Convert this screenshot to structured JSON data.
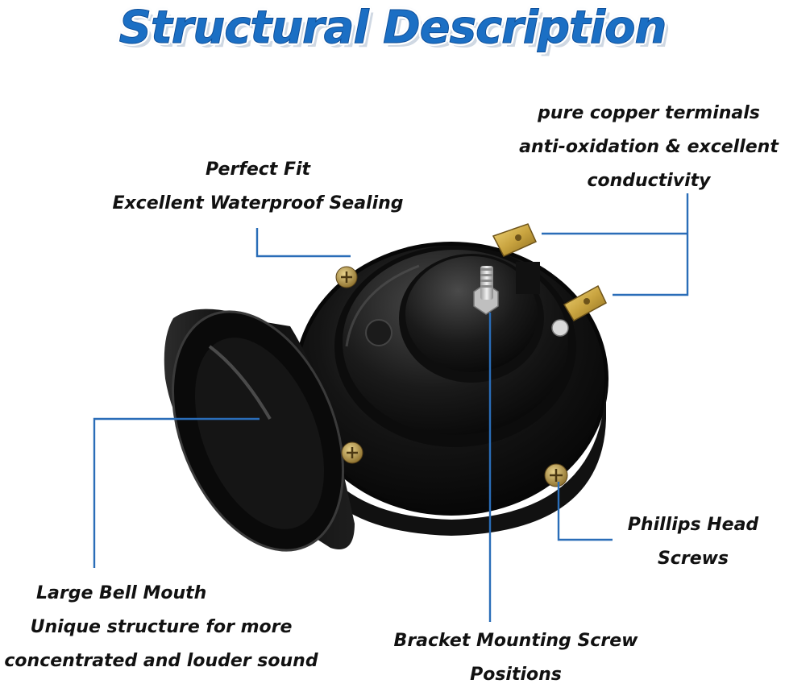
{
  "title": "Structural Description",
  "labels": {
    "terminals": [
      "pure copper terminals",
      "anti-oxidation & excellent",
      "conductivity"
    ],
    "fit": [
      "Perfect Fit",
      "Excellent Waterproof Sealing"
    ],
    "bell": [
      "Large Bell Mouth",
      "Unique structure for more",
      "concentrated and louder sound"
    ],
    "screws": [
      "Phillips Head",
      "Screws"
    ],
    "bracket": [
      "Bracket Mounting Screw",
      "Positions"
    ]
  },
  "colors": {
    "title": "#1b6fc4",
    "annotation_line": "#2a6db8",
    "horn_body": "#0d0d0d",
    "terminal_brass": "#c9a440"
  }
}
